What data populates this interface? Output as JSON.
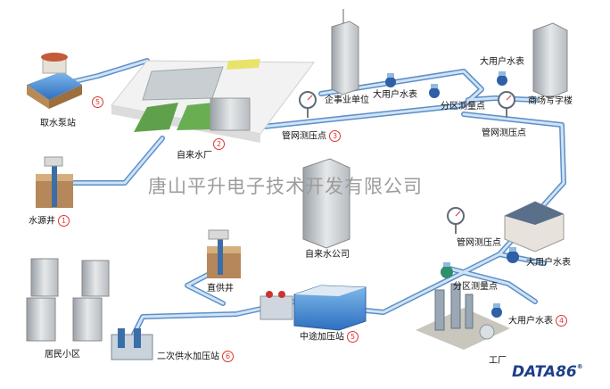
{
  "watermark": "唐山平升电子技术开发有限公司",
  "brand": {
    "name": "DATA86",
    "mark": "®"
  },
  "labels": {
    "pump_station": {
      "text": "取水泵站",
      "num": "5"
    },
    "water_plant": {
      "text": "自来水厂",
      "num": "2"
    },
    "water_well": {
      "text": "水源井",
      "num": "1"
    },
    "enterprise": "企事业单位",
    "big_meter_1": "大用户水表",
    "zone_meter_1": "分区测量点",
    "big_meter_2": "大用户水表",
    "commercial": "商场写字楼",
    "pressure_1": {
      "text": "管网测压点",
      "num": "3"
    },
    "pressure_2": "管网测压点",
    "company": "自来水公司",
    "pressure_3": "管网测压点",
    "big_meter_3": "大用户水表",
    "supply_well": "直供井",
    "zone_meter_2": "分区测量点",
    "residential": "居民小区",
    "mid_booster": {
      "text": "中途加压站",
      "num": "5"
    },
    "big_meter_4": {
      "text": "大用户水表",
      "num": "4"
    },
    "secondary_booster": {
      "text": "二次供水加压站",
      "num": "6"
    },
    "factory": "工厂"
  },
  "colors": {
    "pipe": "#8fb8e2",
    "pipe_edge": "#5d8fc6",
    "accent_num": "#d33333",
    "brand": "#1d3f8a"
  }
}
